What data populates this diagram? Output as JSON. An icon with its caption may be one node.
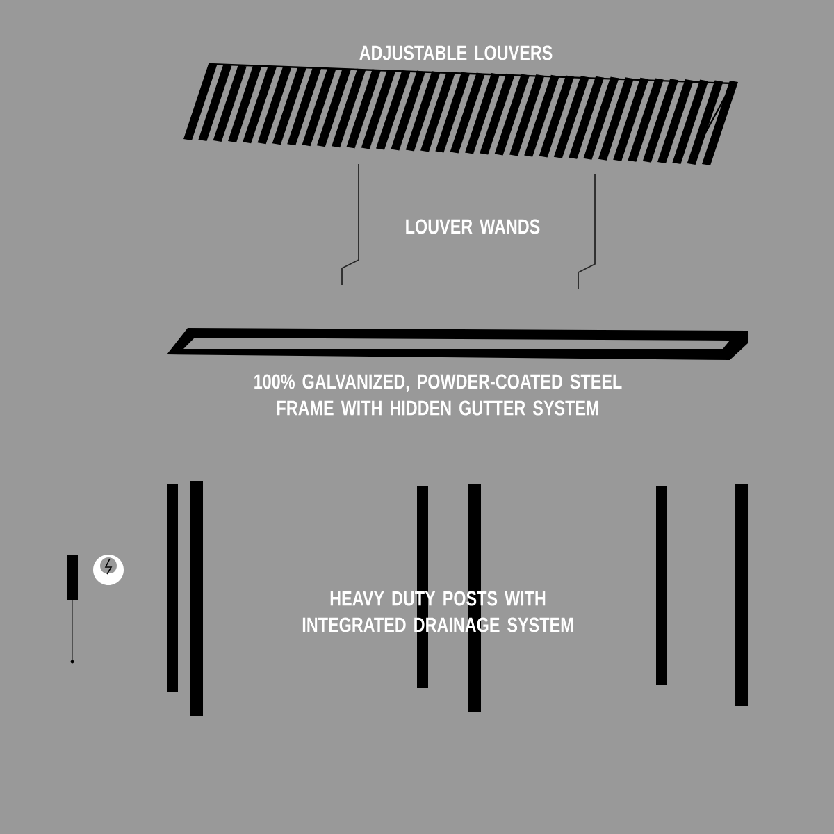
{
  "diagram": {
    "labels": [
      "ADJUSTABLE LOUVERS",
      "LOUVER WANDS",
      "100% GALVANIZED, POWDER-COATED STEEL FRAME WITH HIDDEN GUTTER SYSTEM",
      "HEAVY DUTY POSTS WITH INTEGRATED DRAINAGE SYSTEM"
    ]
  }
}
